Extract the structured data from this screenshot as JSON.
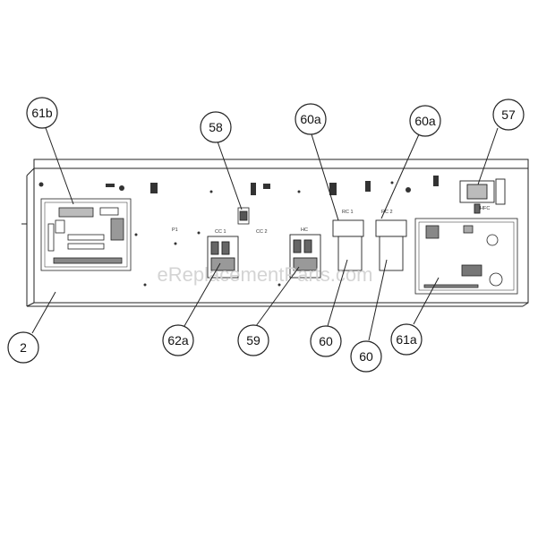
{
  "watermark": "eReplacementParts.com",
  "callouts": [
    {
      "id": "c-61b",
      "label": "61b"
    },
    {
      "id": "c-58",
      "label": "58"
    },
    {
      "id": "c-60a-left",
      "label": "60a"
    },
    {
      "id": "c-60a-right",
      "label": "60a"
    },
    {
      "id": "c-57",
      "label": "57"
    },
    {
      "id": "c-2",
      "label": "2"
    },
    {
      "id": "c-62a",
      "label": "62a"
    },
    {
      "id": "c-59",
      "label": "59"
    },
    {
      "id": "c-60-left",
      "label": "60"
    },
    {
      "id": "c-60-right",
      "label": "60"
    },
    {
      "id": "c-61a",
      "label": "61a"
    }
  ],
  "component_labels": {
    "cc1": "CC 1",
    "cc2": "CC 2",
    "rc1": "RC 1",
    "rc2": "RC 2",
    "hc": "HC",
    "p1": "P1",
    "hfc": "HFC"
  },
  "colors": {
    "line": "#222222",
    "callout_fill": "#ffffff",
    "watermark": "#d4d4d4"
  }
}
